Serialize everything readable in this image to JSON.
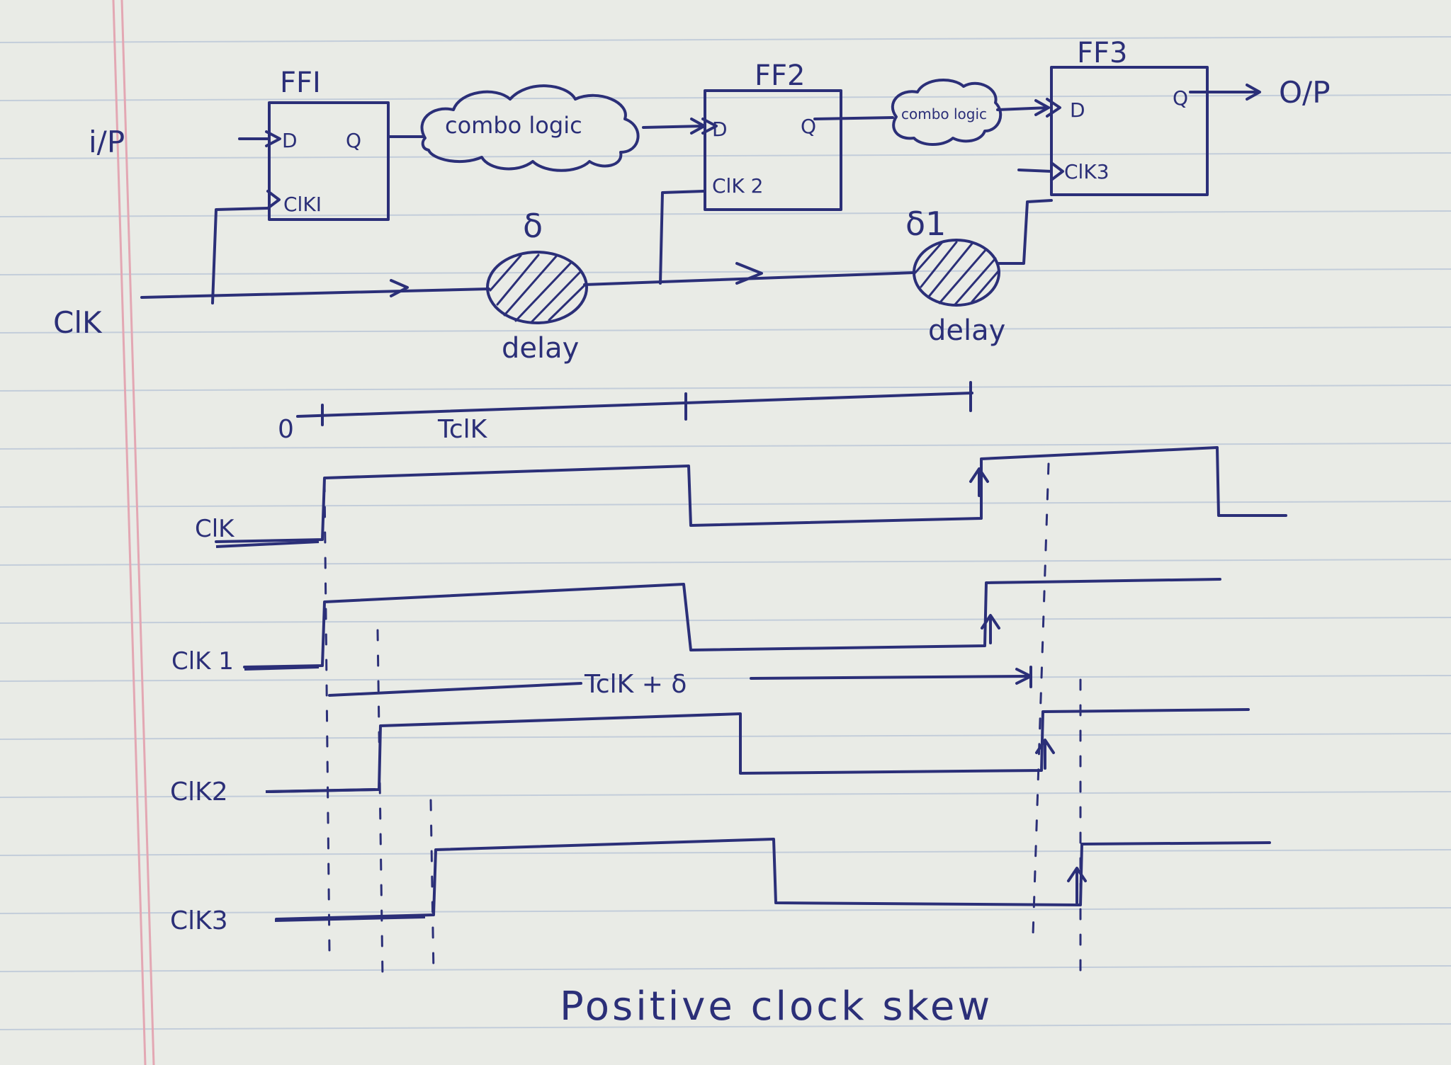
{
  "flip_flops": [
    {
      "title": "FFI",
      "d": "D",
      "q": "Q",
      "clk": "ClKI"
    },
    {
      "title": "FF2",
      "d": "D",
      "q": "Q",
      "clk": "ClK 2"
    },
    {
      "title": "FF3",
      "d": "D",
      "q": "Q",
      "clk": "ClK3"
    }
  ],
  "combo_logic": [
    "combo logic",
    "combo logic"
  ],
  "input_label": "i/P",
  "output_label": "O/P",
  "clock_source_label": "ClK",
  "delays": [
    {
      "symbol": "δ",
      "label": "delay"
    },
    {
      "symbol": "δ1",
      "label": "delay"
    }
  ],
  "timeline": {
    "start": "0",
    "period_label": "TclK"
  },
  "waveforms": [
    {
      "label": "ClK"
    },
    {
      "label": "ClK 1"
    },
    {
      "label": "ClK2"
    },
    {
      "label": "ClK3"
    }
  ],
  "interval_label": "TclK + δ",
  "caption": "Positive clock skew",
  "colors": {
    "ink": "#2b2f78",
    "paper": "#e9ebe6",
    "rule_line": "#b7c4d6",
    "margin_line": "#e3a7b3"
  }
}
